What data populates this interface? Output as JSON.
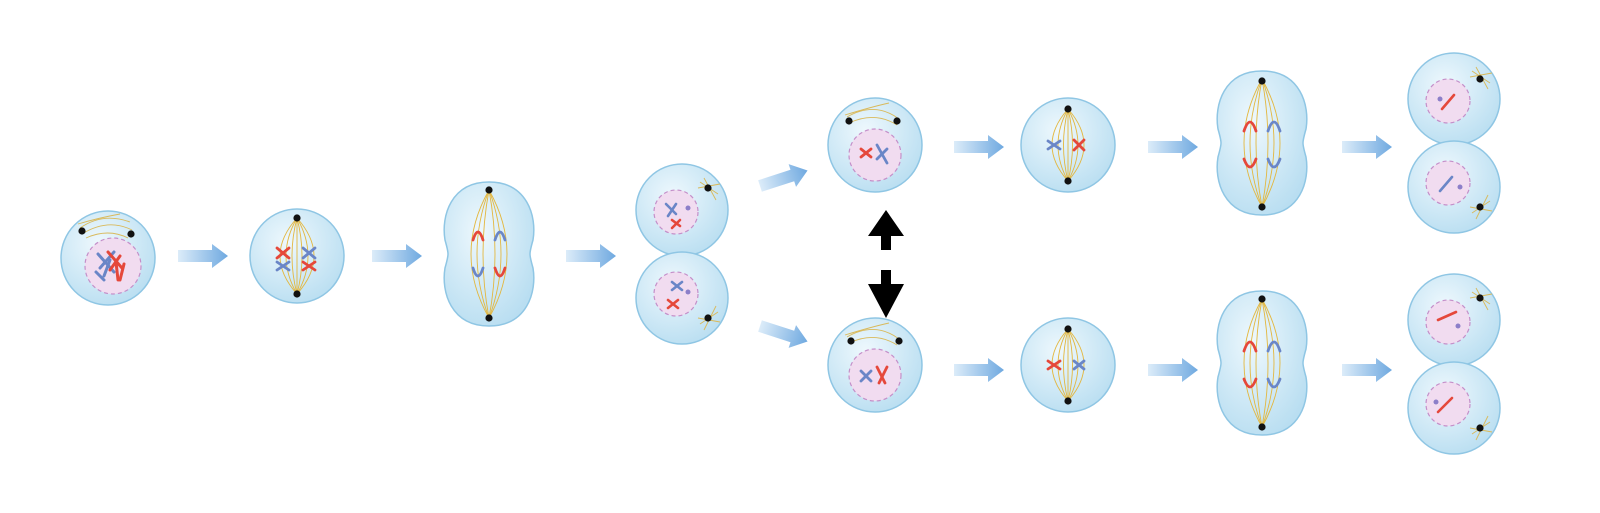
{
  "diagram": {
    "colors": {
      "background": "#ffffff",
      "cell_fill": "#cfe9f6",
      "cell_stroke": "#8fc6e4",
      "cell_highlight": "#e9f6fc",
      "nucleus_fill": "#f1dcf0",
      "nucleus_stroke": "#c48fc9",
      "spindle": "#e3b73f",
      "aster": "#d9b95a",
      "centrosome": "#111111",
      "chromosome_red": "#e5483b",
      "chromosome_blue": "#6a86c7",
      "flow_arrow": "#74aee3",
      "bidirectional_arrow": "#000000"
    },
    "stages": [
      {
        "id": "prophase-I",
        "icon": "interphase-cell-icon"
      },
      {
        "id": "metaphase-I",
        "icon": "metaphase-cell-icon"
      },
      {
        "id": "anaphase-I",
        "icon": "anaphase-cell-icon"
      },
      {
        "id": "telophase-I",
        "icon": "dividing-cell-icon"
      },
      {
        "id": "prophase-II",
        "icon": "prophase-cell-icon"
      },
      {
        "id": "metaphase-II",
        "icon": "metaphase-cell-icon"
      },
      {
        "id": "anaphase-II",
        "icon": "anaphase-cell-icon"
      },
      {
        "id": "telophase-II",
        "icon": "dividing-cell-icon"
      }
    ]
  }
}
